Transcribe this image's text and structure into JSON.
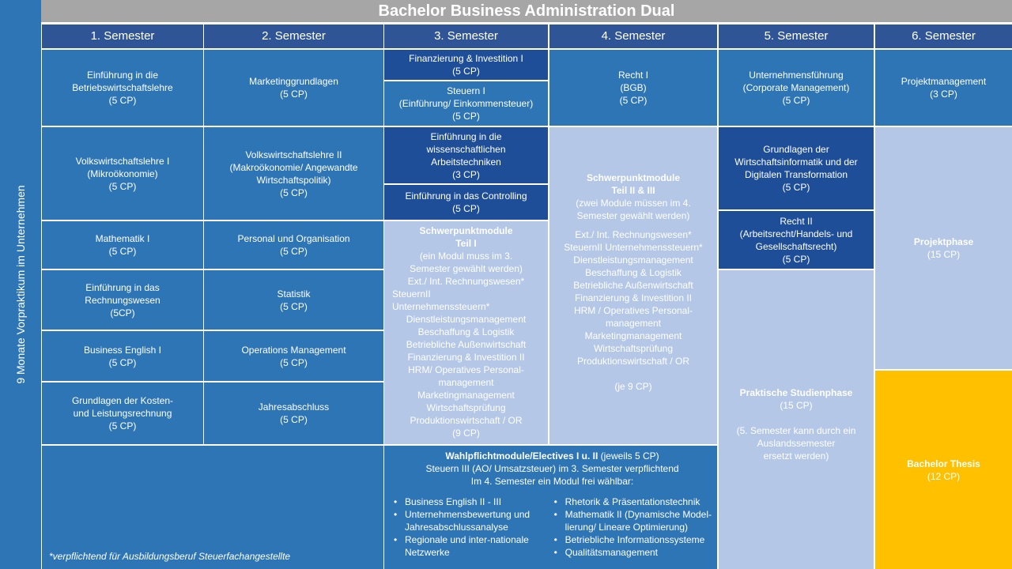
{
  "sidebar_text": "9 Monate Vorpraktikum im Unternehmen",
  "title": "Bachelor Business Administration Dual",
  "semesters": [
    "1. Semester",
    "2. Semester",
    "3. Semester",
    "4. Semester",
    "5. Semester",
    "6. Semester"
  ],
  "sem1": {
    "m1": {
      "l1": "Einführung in die",
      "l2": "Betriebswirtschaftslehre",
      "cp": "(5 CP)"
    },
    "m2": {
      "l1": "Volkswirtschaftslehre I",
      "l2": "(Mikroökonomie)",
      "cp": "(5 CP)"
    },
    "m3": {
      "l1": "Mathematik I",
      "cp": "(5 CP)"
    },
    "m4": {
      "l1": "Einführung in das",
      "l2": "Rechnungswesen",
      "cp": "(5CP)"
    },
    "m5": {
      "l1": "Business English I",
      "cp": "(5 CP)"
    },
    "m6": {
      "l1": "Grundlagen der Kosten-",
      "l2": "und Leistungsrechnung",
      "cp": "(5 CP)"
    }
  },
  "sem2": {
    "m1": {
      "l1": "Marketinggrundlagen",
      "cp": "(5 CP)"
    },
    "m2": {
      "l1": "Volkswirtschaftslehre II",
      "l2": "(Makroökonomie/ Angewandte",
      "l3": "Wirtschaftspolitik)",
      "cp": "(5 CP)"
    },
    "m3": {
      "l1": "Personal und Organisation",
      "cp": "(5 CP)"
    },
    "m4": {
      "l1": "Statistik",
      "cp": "(5 CP)"
    },
    "m5": {
      "l1": "Operations Management",
      "cp": "(5 CP)"
    },
    "m6": {
      "l1": "Jahresabschluss",
      "cp": "(5 CP)"
    }
  },
  "sem3": {
    "m1": {
      "l1": "Finanzierung & Investition I",
      "cp": "(5 CP)"
    },
    "m2": {
      "l1": "Steuern I",
      "l2": "(Einführung/ Einkommensteuer)",
      "cp": "(5 CP)"
    },
    "m3": {
      "l1": "Einführung in die",
      "l2": "wissenschaftlichen",
      "l3": "Arbeitstechniken",
      "cp": "(3 CP)"
    },
    "m4": {
      "l1": "Einführung in das Controlling",
      "cp": "(5 CP)"
    },
    "focus": {
      "t1": "Schwerpunktmodule",
      "t2": "Teil I",
      "d1": "(ein Modul muss im 3.",
      "d2": "Semester gewählt werden)",
      "items": [
        "Ext./ Int. Rechnungswesen*",
        "SteuernII",
        "Unternehmenssteuern*",
        "Dienstleistungsmanagement",
        "Beschaffung & Logistik",
        "Betriebliche Außenwirtschaft",
        "Finanzierung & Investition II",
        "HRM/ Operatives Personal-",
        "management",
        "Marketingmanagement",
        "Wirtschaftsprüfung",
        "Produktionswirtschaft  / OR"
      ],
      "cp": "(9 CP)"
    }
  },
  "sem4": {
    "m1": {
      "l1": "Recht I",
      "l2": "(BGB)",
      "cp": "(5 CP)"
    },
    "focus": {
      "t1": "Schwerpunktmodule",
      "t2": "Teil II & III",
      "d1": "(zwei Module müssen im 4.",
      "d2": "Semester gewählt werden)",
      "items": [
        "Ext./ Int. Rechnungswesen*",
        "SteuernII Unternehmenssteuern*",
        "Dienstleistungsmanagement",
        "Beschaffung & Logistik",
        "Betriebliche Außenwirtschaft",
        "Finanzierung & Investition II",
        "HRM / Operatives Personal-",
        "management",
        "Marketingmanagement",
        "Wirtschaftsprüfung",
        "Produktionswirtschaft  / OR"
      ],
      "cp": "(je 9 CP)"
    }
  },
  "sem5": {
    "m1": {
      "l1": "Unternehmensführung",
      "l2": "(Corporate Management)",
      "cp": "(5 CP)"
    },
    "m2": {
      "l1": "Grundlagen  der",
      "l2": "Wirtschaftsinformatik und der",
      "l3": "Digitalen Transformation",
      "cp": "(5 CP)"
    },
    "m3": {
      "l1": "Recht II",
      "l2": "(Arbeitsrecht/Handels- und",
      "l3": "Gesellschaftsrecht)",
      "cp": "(5 CP)"
    },
    "praxis": {
      "t1": "Praktische Studienphase",
      "cp": "(15 CP)",
      "d1": "(5. Semester kann durch ein",
      "d2": "Auslandssemester",
      "d3": "ersetzt werden)"
    }
  },
  "sem6": {
    "m1": {
      "l1": "Projektmanagement",
      "cp": "(3 CP)"
    },
    "projekt": {
      "t1": "Projektphase",
      "cp": "(15 CP)"
    },
    "thesis": {
      "t1": "Bachelor Thesis",
      "cp": "(12 CP)"
    }
  },
  "electives": {
    "title": "Wahlpflichtmodule/Electives I u. II",
    "title_cp": " (jeweils 5 CP)",
    "line2": "Steuern III (AO/ Umsatzsteuer) im 3. Semester verpflichtend",
    "line3": "Im 4. Semester ein Modul frei wählbar:",
    "left": [
      "Business English II - III",
      "Unternehmensbewertung und Jahresabschlussanalyse",
      "Regionale und inter-nationale Netzwerke"
    ],
    "right": [
      "Rhetorik & Präsentationstechnik",
      "Mathematik II (Dynamische Model-lierung/ Lineare Optimierung)",
      "Betriebliche Informationssysteme",
      "Qualitätsmanagement"
    ]
  },
  "footnote": "*verpflichtend für Ausbildungsberuf Steuerfachangestellte",
  "colors": {
    "header": "#2F5597",
    "medium": "#2E75B6",
    "dark": "#1F4E99",
    "light": "#B4C7E7",
    "gold": "#FFC000",
    "title_bg": "#A6A6A6"
  }
}
